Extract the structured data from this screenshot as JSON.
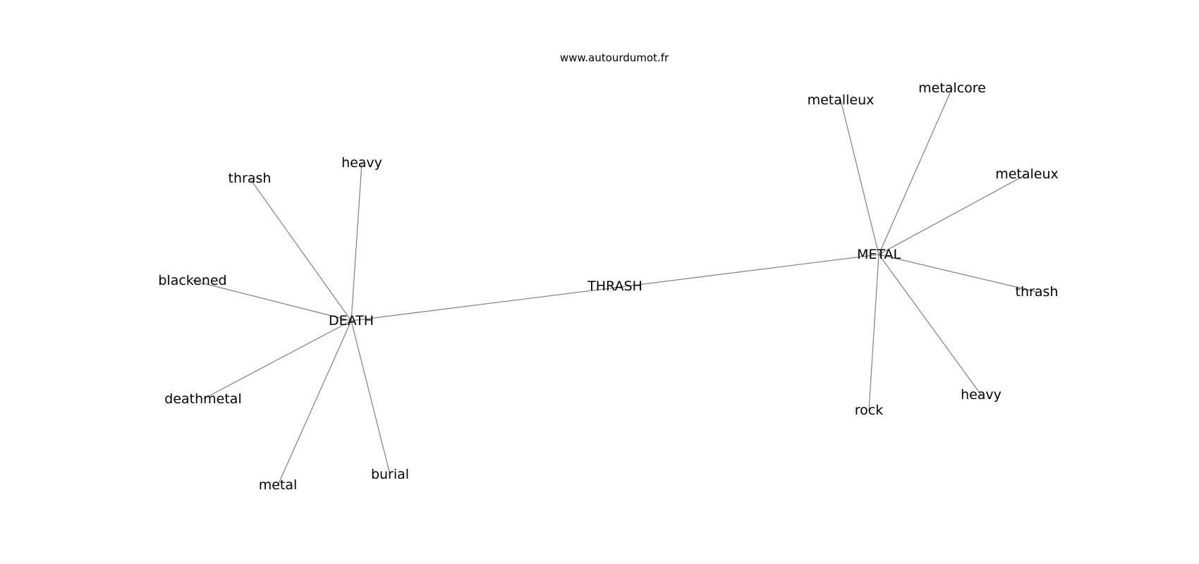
{
  "source": "www.autourdumot.fr",
  "graph": {
    "nodes": [
      {
        "id": "thrash_main",
        "label": "THRASH"
      },
      {
        "id": "death",
        "label": "DEATH"
      },
      {
        "id": "metal_main",
        "label": "METAL"
      },
      {
        "id": "death_thrash",
        "label": "thrash"
      },
      {
        "id": "death_heavy",
        "label": "heavy"
      },
      {
        "id": "death_blackened",
        "label": "blackened"
      },
      {
        "id": "death_deathmetal",
        "label": "deathmetal"
      },
      {
        "id": "death_metal",
        "label": "metal"
      },
      {
        "id": "death_burial",
        "label": "burial"
      },
      {
        "id": "metal_metalleux",
        "label": "metalleux"
      },
      {
        "id": "metal_metalcore",
        "label": "metalcore"
      },
      {
        "id": "metal_metaleux",
        "label": "metaleux"
      },
      {
        "id": "metal_thrash",
        "label": "thrash"
      },
      {
        "id": "metal_heavy",
        "label": "heavy"
      },
      {
        "id": "metal_rock",
        "label": "rock"
      }
    ],
    "edges": [
      [
        "death",
        "metal_main"
      ],
      [
        "death",
        "death_thrash"
      ],
      [
        "death",
        "death_heavy"
      ],
      [
        "death",
        "death_blackened"
      ],
      [
        "death",
        "death_deathmetal"
      ],
      [
        "death",
        "death_metal"
      ],
      [
        "death",
        "death_burial"
      ],
      [
        "metal_main",
        "metal_metalleux"
      ],
      [
        "metal_main",
        "metal_metalcore"
      ],
      [
        "metal_main",
        "metal_metaleux"
      ],
      [
        "metal_main",
        "metal_thrash"
      ],
      [
        "metal_main",
        "metal_heavy"
      ],
      [
        "metal_main",
        "metal_rock"
      ]
    ]
  }
}
